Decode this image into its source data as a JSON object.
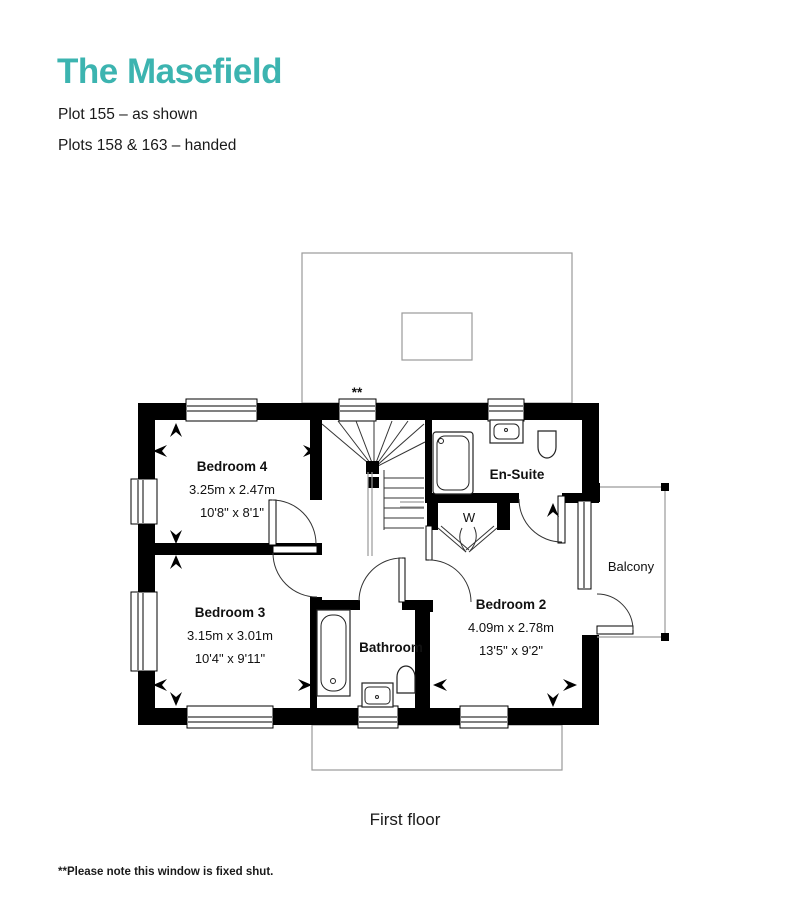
{
  "header": {
    "title": "The Masefield",
    "plot_line1": "Plot 155 – as shown",
    "plot_line2": "Plots 158 & 163 – handed"
  },
  "colors": {
    "accent_teal": "#3CB4B0",
    "wall_black": "#000000",
    "outline_gray": "#9A9A9A",
    "text_dark": "#1A1A1A"
  },
  "rooms": [
    {
      "id": "bedroom4",
      "name": "Bedroom 4",
      "metric": "3.25m x 2.47m",
      "imperial": "10'8\" x 8'1\""
    },
    {
      "id": "bedroom3",
      "name": "Bedroom 3",
      "metric": "3.15m x 3.01m",
      "imperial": "10'4\" x 9'11\""
    },
    {
      "id": "bedroom2",
      "name": "Bedroom 2",
      "metric": "4.09m x 2.78m",
      "imperial": "13'5\" x 9'2\""
    },
    {
      "id": "bathroom",
      "name": "Bathroom"
    },
    {
      "id": "ensuite",
      "name": "En-Suite"
    },
    {
      "id": "wardrobe",
      "name": "W"
    },
    {
      "id": "balcony",
      "name": "Balcony"
    }
  ],
  "floor_label": "First floor",
  "window_note_marker": "**",
  "footnote": "**Please note this window is fixed shut."
}
